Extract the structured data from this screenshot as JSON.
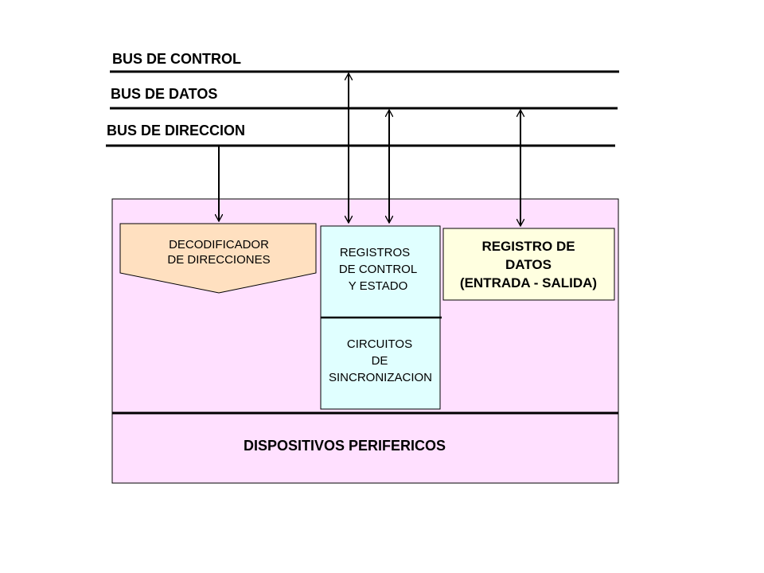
{
  "buses": [
    {
      "label": "BUS DE CONTROL"
    },
    {
      "label": "BUS DE DATOS"
    },
    {
      "label": "BUS DE DIRECCION"
    }
  ],
  "decoder": {
    "lines": [
      "DECODIFICADOR",
      "DE DIRECCIONES"
    ]
  },
  "control_registers": {
    "lines": [
      "REGISTROS",
      "DE CONTROL",
      "Y ESTADO"
    ]
  },
  "sync_circuits": {
    "lines": [
      "CIRCUITOS",
      "DE",
      "SINCRONIZACION"
    ]
  },
  "data_register": {
    "lines": [
      "REGISTRO DE",
      "DATOS",
      "(ENTRADA - SALIDA)"
    ]
  },
  "peripherals": {
    "label": "DISPOSITIVOS PERIFERICOS"
  },
  "colors": {
    "module_fill": "#ffe0ff",
    "decoder_fill": "#ffe0c0",
    "control_fill": "#e0ffff",
    "data_register_fill": "#ffffe0",
    "line": "#000000"
  }
}
